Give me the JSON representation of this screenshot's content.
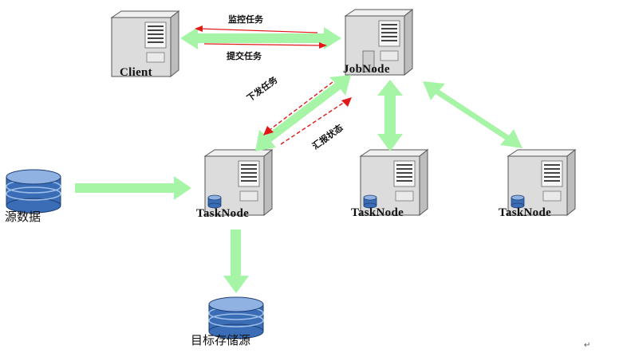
{
  "nodes": {
    "client": "Client",
    "jobnode": "JobNode",
    "tasknode_1": "TaskNode",
    "tasknode_2": "TaskNode",
    "tasknode_3": "TaskNode",
    "source_data": "源数据",
    "target_storage": "目标存储源"
  },
  "edges": {
    "monitor_task": "监控任务",
    "submit_task": "提交任务",
    "dispatch_task": "下发任务",
    "report_status": "汇报状态"
  },
  "colors": {
    "flow_arrow": "#a6f5a6",
    "signal_arrow": "#e01818",
    "server_body": "#e9e9e9",
    "db_blue": "#3a6db5"
  },
  "return_mark": "↵"
}
